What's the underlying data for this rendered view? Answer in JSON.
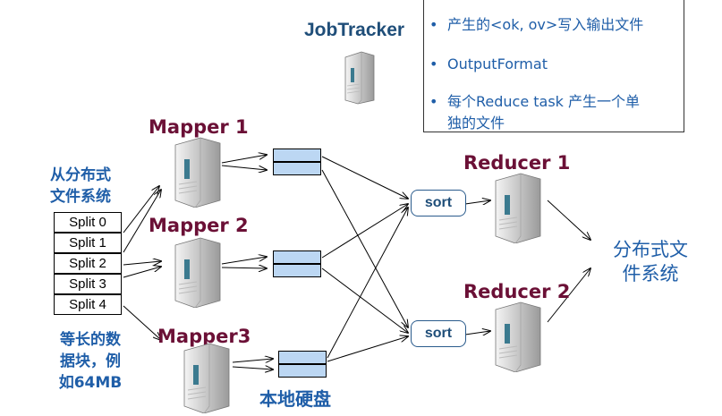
{
  "jobtracker": {
    "label": "JobTracker"
  },
  "note": {
    "items": [
      {
        "text": "产生的<ok, ov>写入输出文件"
      },
      {
        "text": "OutputFormat"
      },
      {
        "text": "每个Reduce task 产生一个单"
      },
      {
        "text": "独的文件"
      }
    ]
  },
  "input_fs": {
    "line1": "从分布式",
    "line2": "文件系统"
  },
  "splits": [
    "Split 0",
    "Split 1",
    "Split 2",
    "Split 3",
    "Split 4"
  ],
  "split_note": {
    "line1": "等长的数",
    "line2": "据块，例",
    "line3": "如64MB"
  },
  "mappers": [
    {
      "label": "Mapper 1"
    },
    {
      "label": "Mapper 2"
    },
    {
      "label": "Mapper3"
    }
  ],
  "local_disk": {
    "label": "本地硬盘"
  },
  "sort": {
    "label": "sort"
  },
  "reducers": [
    {
      "label": "Reducer 1"
    },
    {
      "label": "Reducer 2"
    }
  ],
  "output_fs": {
    "line1": "分布式文",
    "line2": "件系统"
  }
}
